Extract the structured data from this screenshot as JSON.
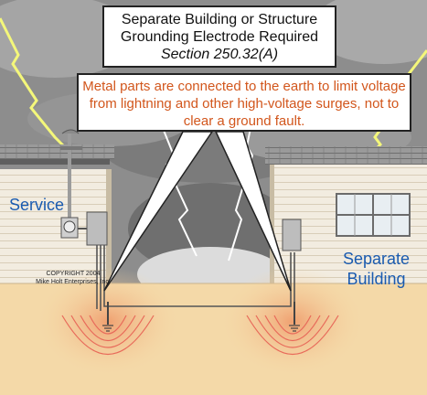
{
  "title": {
    "line1": "Separate Building or Structure",
    "line2": "Grounding Electrode Required",
    "line3": "Section 250.32(A)"
  },
  "callout_text": "Metal parts are connected to the earth to limit voltage from lightning and other high-voltage surges, not to clear a ground fault.",
  "labels": {
    "service": "Service",
    "separate_line1": "Separate",
    "separate_line2": "Building"
  },
  "copyright": {
    "line1": "COPYRIGHT 2004",
    "line2": "Mike Holt Enterprises, Inc."
  },
  "colors": {
    "callout_text": "#d2561c",
    "label_blue": "#1a5bb0",
    "earth": "#f4d9a8",
    "siding": "#f2ece0",
    "storm_sky": "#8a8a8a"
  }
}
